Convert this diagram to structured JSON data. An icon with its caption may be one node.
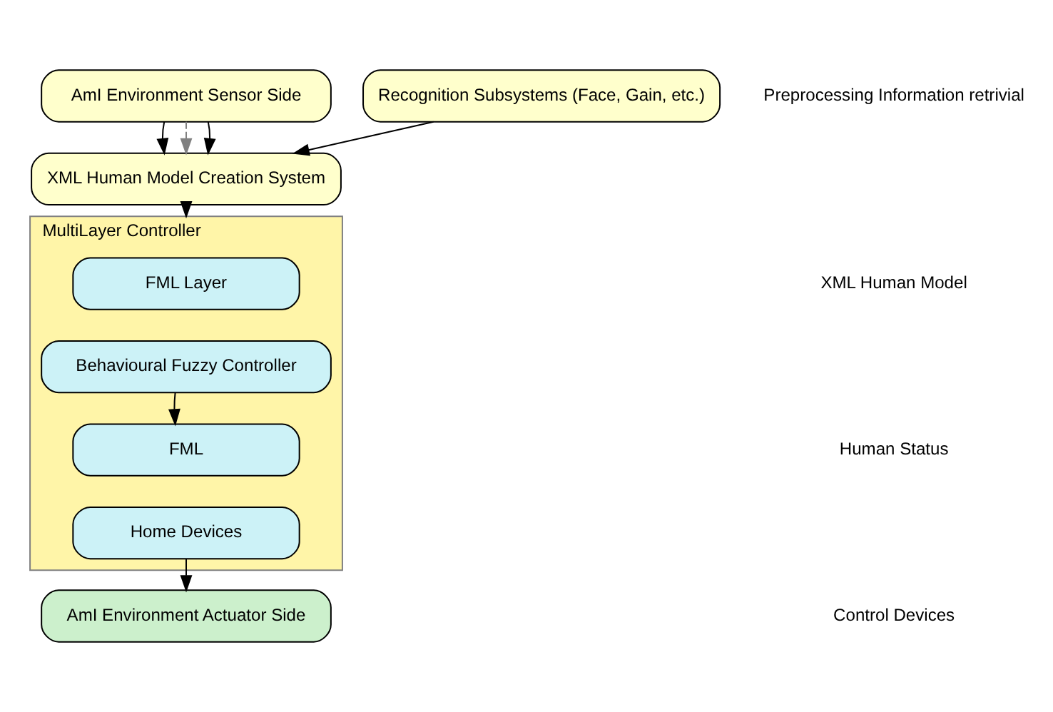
{
  "diagram": {
    "nodes": [
      {
        "text": [
          "AmI Environment Sensor Side"
        ]
      },
      {
        "text": [
          "Recognition Subsystems (Face, Gain, etc.)"
        ]
      },
      {
        "text": [
          "XML Human Model Creation System"
        ]
      },
      {
        "text": [
          "MultiLayer Controller"
        ]
      },
      {
        "text": [
          "FML Layer"
        ],
        "in": 3
      },
      {
        "text": [
          "Behavioural Fuzzy Controller"
        ],
        "in": 3
      },
      {
        "text": [
          "FML"
        ],
        "in": 3
      },
      {
        "text": [
          "Home Devices"
        ],
        "in": 3
      },
      {
        "text": [
          "AmI Environment Actuator Side"
        ]
      }
    ],
    "edges": [
      {
        "from": 0,
        "to": 2,
        "arrow": "to"
      },
      {
        "from": 0,
        "to": 2,
        "arrow": "to",
        "style": "dashed",
        "color": "#808080"
      },
      {
        "from": 0,
        "to": 2,
        "arrow": "to"
      },
      {
        "from": 1,
        "to": 2,
        "arrow": "to"
      },
      {
        "from": 2,
        "to": 3,
        "arrow": "to"
      },
      {
        "from": 5,
        "to": 6,
        "arrow": "to"
      },
      {
        "from": 7,
        "to": 8,
        "arrow": "to"
      }
    ],
    "labels": [
      "Preprocessing Information retrivial",
      "XML Human Model",
      "Human Status",
      "Control Devices"
    ]
  }
}
